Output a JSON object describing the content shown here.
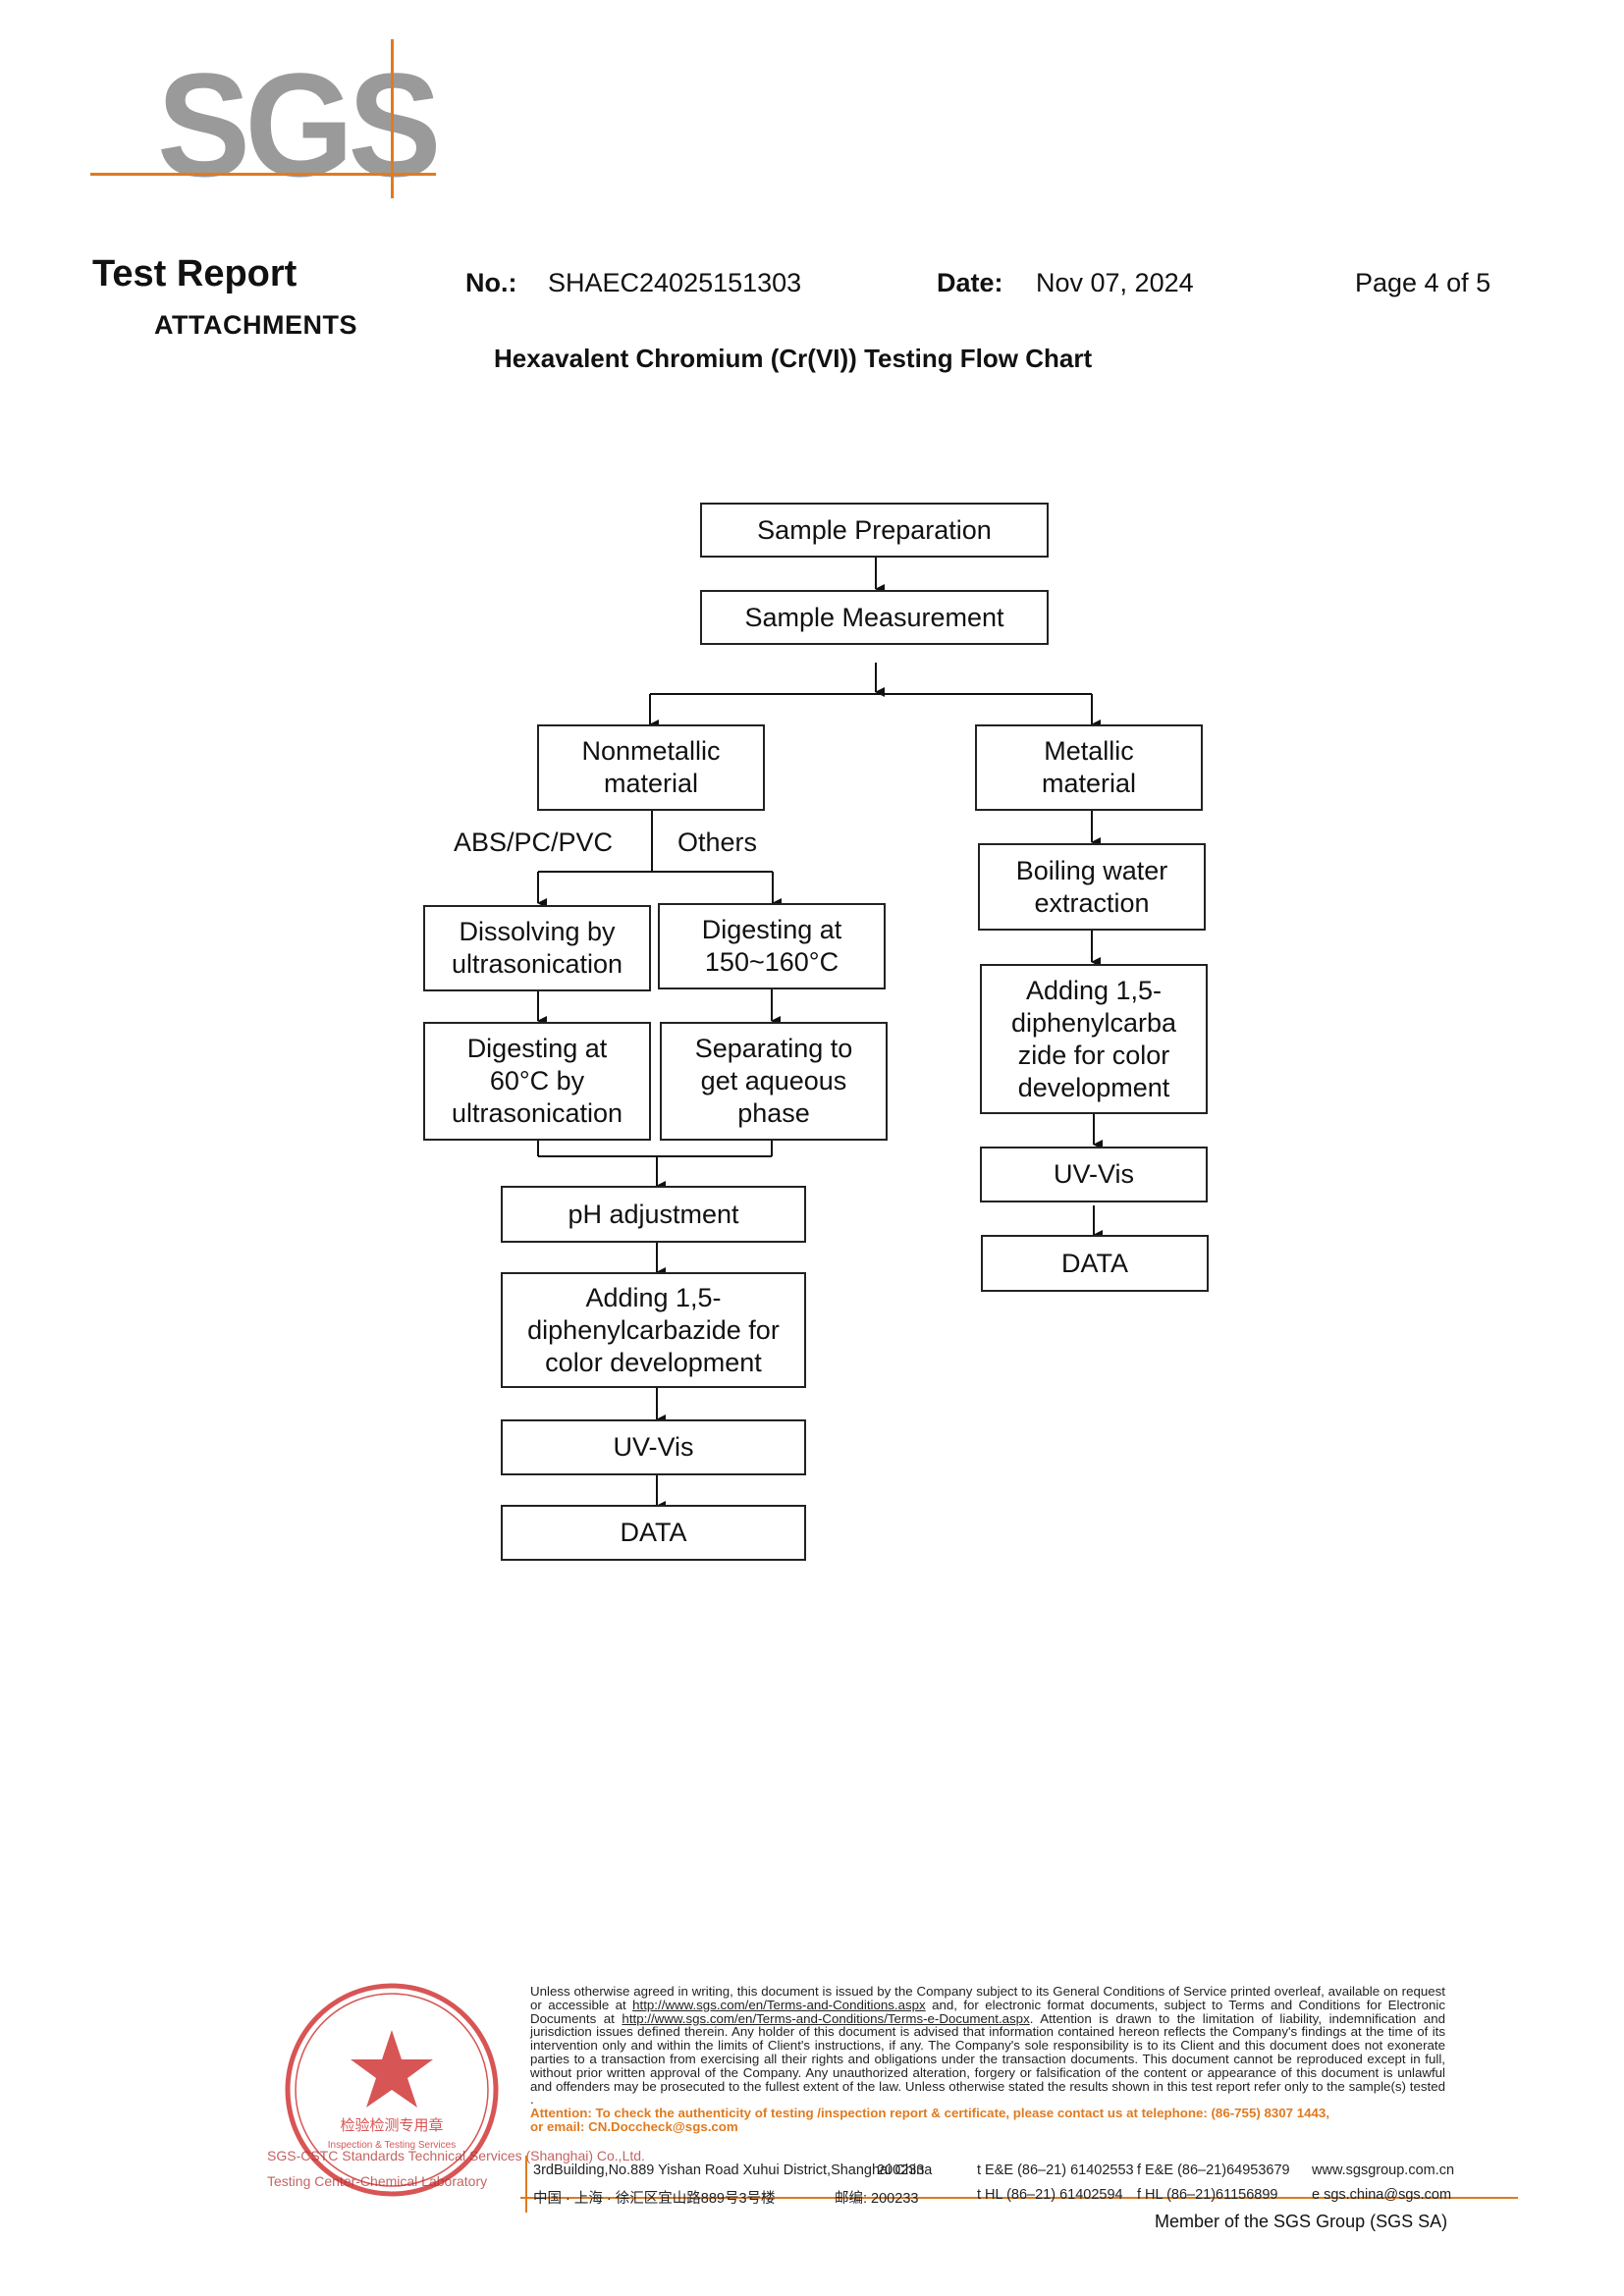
{
  "logo": {
    "text": "SGS",
    "accent_color": "#e07a1f",
    "logo_color": "#9a9a9a"
  },
  "header": {
    "title": "Test Report",
    "section": "ATTACHMENTS",
    "no_label": "No.:",
    "no_value": "SHAEC24025151303",
    "date_label": "Date:",
    "date_value": "Nov 07, 2024",
    "page": "Page 4 of 5"
  },
  "chart_title": "Hexavalent Chromium (Cr(VI)) Testing Flow Chart",
  "flow": {
    "sample_preparation": "Sample Preparation",
    "sample_measurement": "Sample Measurement",
    "nonmetallic": "Nonmetallic\nmaterial",
    "metallic": "Metallic\nmaterial",
    "branch_abs": "ABS/PC/PVC",
    "branch_others": "Others",
    "dissolving": "Dissolving by\nultrasonication",
    "digesting_150": "Digesting at\n150~160°C",
    "digesting_60": "Digesting at\n60°C by\nultrasonication",
    "separating": "Separating to\nget aqueous\nphase",
    "ph_adjustment": "pH adjustment",
    "adding_left": "Adding 1,5-\ndiphenylcarbazide for\ncolor development",
    "uv_vis_left": "UV-Vis",
    "data_left": "DATA",
    "boiling": "Boiling water\nextraction",
    "adding_right": "Adding 1,5-\ndiphenylcarba\nzide for color\ndevelopment",
    "uv_vis_right": "UV-Vis",
    "data_right": "DATA"
  },
  "stamp": {
    "inner_text": "检验检测专用章",
    "inner_english": "Inspection & Testing Services",
    "color": "#d03030"
  },
  "disclaimer": {
    "p1": "Unless otherwise agreed in writing, this document is issued by the Company subject to its General Conditions of Service printed overleaf, available on request or accessible at ",
    "url1": "http://www.sgs.com/en/Terms-and-Conditions.aspx",
    "p2": " and, for electronic format documents, subject to Terms and Conditions for Electronic Documents at ",
    "url2": "http://www.sgs.com/en/Terms-and-Conditions/Terms-e-Document.aspx",
    "p3": ". Attention is drawn to the limitation of liability, indemnification and jurisdiction issues defined therein. Any holder of this document is advised that information contained hereon reflects the Company's findings at the time of its intervention only and within the limits of Client's instructions, if any. The Company's sole responsibility is to its Client and this document does not exonerate parties to a transaction from exercising all their rights and obligations under the transaction documents. This document cannot be reproduced except in full, without prior written approval of the Company. Any unauthorized alteration, forgery or falsification of the content or appearance of this document is unlawful and offenders may be prosecuted to the fullest extent of the law. Unless otherwise stated the results shown in this test report refer only to the sample(s) tested .",
    "attention": "Attention: To check the authenticity of testing /inspection report & certificate, please contact us at telephone: (86-755) 8307 1443,",
    "email": "or email: CN.Doccheck@sgs.com"
  },
  "footer": {
    "stamp_org_1": "SGS-CSTC Standards Technical Services (Shanghai) Co.,Ltd.",
    "stamp_org_2": "Testing Center-Chemical Laboratory",
    "address_en": "3rdBuilding,No.889 Yishan Road Xuhui District,Shanghai China",
    "postcode_en": "200233",
    "address_cn": "中国 · 上海 · 徐汇区宜山路889号3号楼",
    "postcode_cn": "邮编: 200233",
    "tel_1": "t E&E (86–21) 61402553",
    "fax_1": "f E&E (86–21)64953679",
    "web": "www.sgsgroup.com.cn",
    "tel_2": "t HL (86–21) 61402594",
    "fax_2": "f HL (86–21)61156899",
    "email": "e  sgs.china@sgs.com",
    "member": "Member of the SGS Group (SGS SA)"
  }
}
